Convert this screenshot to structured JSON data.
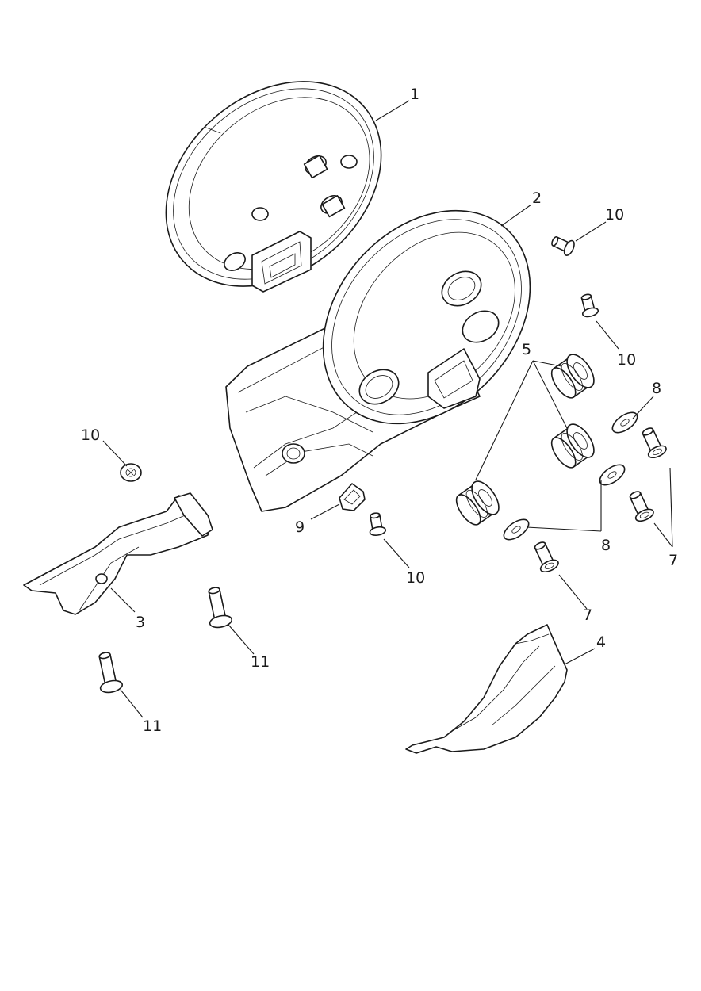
{
  "diagram": {
    "callouts": {
      "c1": "1",
      "c2": "2",
      "c3": "3",
      "c4": "4",
      "c5": "5",
      "c7a": "7",
      "c7b": "7",
      "c8a": "8",
      "c8b": "8",
      "c9": "9",
      "c10a": "10",
      "c10b": "10",
      "c10c": "10",
      "c10d": "10",
      "c11a": "11",
      "c11b": "11"
    }
  }
}
